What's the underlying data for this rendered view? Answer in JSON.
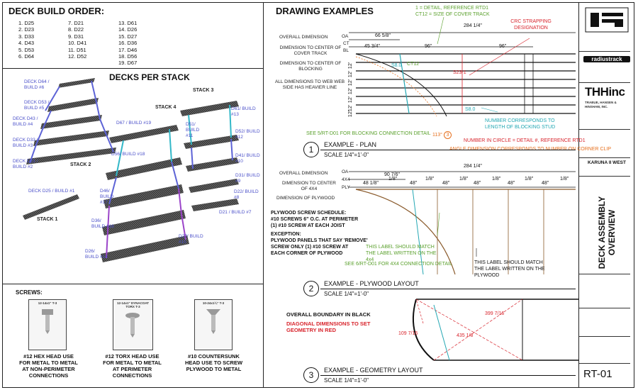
{
  "build_order": {
    "title": "DECK BUILD ORDER:",
    "col1": [
      "1. D25",
      "2. D23",
      "3. D33",
      "4. D43",
      "5. D53",
      "6. D64"
    ],
    "col2": [
      "7. D21",
      "8. D22",
      "9. D31",
      "10. D41",
      "11. D51",
      "12. D52"
    ],
    "col3": [
      "13. D61",
      "14. D26",
      "15. D27",
      "16. D36",
      "17. D46",
      "18. D56",
      "19. D67"
    ]
  },
  "decks_per_stack": {
    "title": "DECKS PER STACK",
    "stacks": [
      "STACK 1",
      "STACK 2",
      "STACK 3",
      "STACK 4"
    ],
    "labels": [
      "DECK D64 / BUILD #6",
      "DECK D53 / BUILD #5",
      "DECK D43 / BUILD #4",
      "DECK D33 / BUILD #3",
      "DECK D23 / BUILD #2",
      "DECK D25 / BUILD #1",
      "D67 / BUILD #19",
      "D56/ BUILD #18",
      "D46/ BUILD #17",
      "D36/ BUILD #16",
      "D26/ BUILD #14",
      "D27/ BUILD #15",
      "D61/ BUILD #13",
      "D51/ BUILD #11",
      "D52/ BUILD #12",
      "D41/ BUILD #10",
      "D31/ BUILD #9",
      "D22/ BUILD #8",
      "D21 / BUILD #7"
    ]
  },
  "screws": {
    "title": "SCREWS:",
    "items": [
      {
        "img_title": "12-14x1\" T-3",
        "caption": "#12 HEX HEAD USE FOR METAL TO METAL AT NON-PERIMETER CONNECTIONS"
      },
      {
        "img_title": "12-14x1\" DYNACOAT TORX T-3",
        "caption": "#12 TORX HEAD USE FOR METAL TO METAL AT PERIMETER CONNECTIONS"
      },
      {
        "img_title": "10-24x1¼\" T-3",
        "caption": "#10 COUNTERSUNK HEAD USE TO SCREW PLYWOOD TO METAL"
      }
    ]
  },
  "drawing_examples": {
    "title": "DRAWING EXAMPLES",
    "notes_top": [
      "1 = DETAIL, REFERENCE RTD1",
      "CT12 = SIZE OF COVER TRACK"
    ],
    "crc_note": "CRC STRAPPING DESIGNATION",
    "plan": {
      "labels": [
        "OVERALL DIMENSION",
        "DIMENSION TO CENTER OF COVER TRACK",
        "DIMENSION TO CENTER OF BLOCKING",
        "ALL DIMENSIONS TO WEB WEB SIDE HAS HEAVIER LINE"
      ],
      "dims": [
        "284 1/4\"",
        "66 5/8\"",
        "45 3/4\"",
        "96\"",
        "96\""
      ],
      "row_dims": [
        "12'",
        "12'",
        "12'",
        "12'",
        "12'",
        "12'",
        "12'"
      ],
      "tags": [
        "OA",
        "CT",
        "BL",
        "CT12",
        "S23-1",
        "S8.0",
        "S8.0",
        "113°",
        "3"
      ],
      "note_number": "NUMBER CORRESPONDS TO LENGTH OF BLOCKING STUD",
      "note_see": "SEE 5/RT-D01 FOR BLOCKING CONNECTION DETAIL",
      "note_circle": "NUMBER IN CIRCLE = DETAIL #, REFERENCE RTD1",
      "note_angle": "ANGLE DIMENSION CORRESPONDS TO NUMBER ON CORNER CLIP",
      "example_num": "1",
      "example_title": "EXAMPLE - PLAN",
      "scale": "SCALE  1/4\"=1'-0\""
    },
    "plywood": {
      "labels": [
        "OVERALL DIMENSION",
        "DIMENSION TO CENTER OF 4X4",
        "DIMENSION OF PLYWOOD"
      ],
      "tags": [
        "OA",
        "4X4",
        "PLY"
      ],
      "dims": [
        "284 1/4\"",
        "90 7/6\"",
        "48 1/8\"",
        "1/8\"",
        "48\"",
        "1/8\"",
        "48\"",
        "1/8\"",
        "48\"",
        "1/8\"",
        "48\"",
        "1/8\"",
        "48\"",
        "1/8\""
      ],
      "schedule": [
        "PLYWOOD SCREW SCHEDULE:",
        "#10 SCREWS 6\" O.C. AT PERIMETER",
        "(1) #10 SCREW AT EACH JOIST"
      ],
      "exception": [
        "EXCEPTION:",
        "PLYWOOD PANELS THAT SAY 'REMOVE'",
        "SCREW ONLY (1) #10 SCREW AT",
        "EACH CORNER OF PLYWOOD"
      ],
      "note_label4x4": "THIS LABEL SHOULD MATCH THE LABEL WRITTEN ON THE 4x4",
      "note_see": "SEE 6/RT-D01 FOR 4X4 CONNECTION DETAIL",
      "note_labelply": "THIS LABEL SHOULD MATCH THE LABEL WRITTEN ON THE PLYWOOD",
      "example_num": "2",
      "example_title": "EXAMPLE - PLYWOOD LAYOUT",
      "scale": "SCALE  1/4\"=1'-0\""
    },
    "geometry": {
      "note_black": "OVERALL BOUNDARY IN BLACK",
      "note_red": [
        "DIAGONAL DIMENSIONS TO SET",
        "GEOMETRY IN RED"
      ],
      "dims": [
        "399 7/16",
        "435 1/8",
        "109 7/16"
      ],
      "example_num": "3",
      "example_title": "EXAMPLE - GEOMETRY LAYOUT",
      "scale": "SCALE  1/4\"=1'-0\""
    }
  },
  "title_block": {
    "brand1": "radiustrack",
    "brand2": "THHinc",
    "brand2_sub": "TRABUE, HANSEN & HINSHAW, INC.",
    "project": "KARUNA II WEST",
    "sheet_title": "DECK ASSEMBLY OVERVIEW",
    "sheet_number": "RT-01"
  },
  "colors": {
    "blue": "#4a4fc9",
    "green": "#5aa02c",
    "orange": "#e6701e",
    "red": "#d8242c",
    "teal": "#23a7b3",
    "brown": "#8a5a2b"
  }
}
